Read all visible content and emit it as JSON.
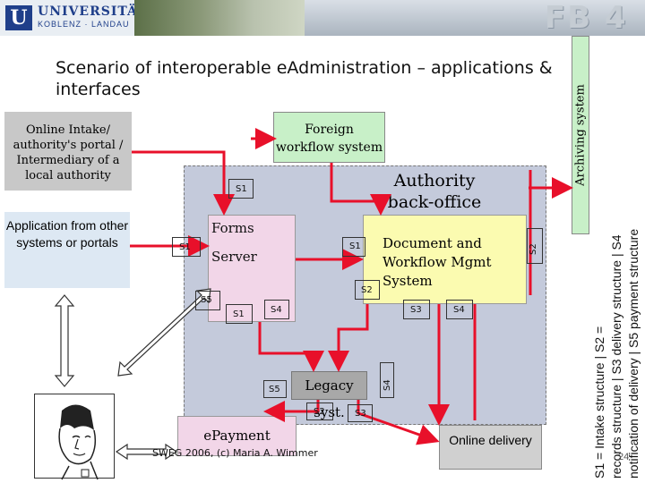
{
  "header": {
    "logo_mark": "U",
    "university_name": "UNIVERSITÄT",
    "university_location": "KOBLENZ · LANDAU",
    "faculty": "FB 4"
  },
  "title": "Scenario of interoperable eAdministration – applications & interfaces",
  "boxes": {
    "online_intake": "Online Intake/ authority's portal / Intermediary of a local authority",
    "foreign_workflow": "Foreign workflow system",
    "application_from_other": "Application from other systems or portals",
    "authority_backoffice": "Authority back-office",
    "forms": "Forms",
    "server": "Server",
    "document_workflow": "Document and Workflow Mgmt System",
    "legacy": "Legacy syst.",
    "epayment": "ePayment",
    "online_delivery": "Online delivery",
    "archiving": "Archiving system"
  },
  "interface_labels": {
    "s1_top": "S1",
    "s1_left": "S1",
    "s1_doc": "S1",
    "s2_doc": "S2",
    "s2_right": "S2",
    "s5_forms": "S5",
    "s1_bottom": "S1",
    "s4_bottom": "S4",
    "s3_doc": "S3",
    "s4_doc": "S4",
    "s5_legacy": "S5",
    "s4_vertical": "S4",
    "s2_legacy": "S2",
    "s3_legacy": "S3"
  },
  "legend": {
    "line1": "S1 = Intake structure | S2 =",
    "line2": "records structure | S3 delivery structure | S4",
    "line3": "notification of delivery | S5 payment structure"
  },
  "footer": "SWEG 2006, (c) Maria A. Wimmer",
  "page_number": "24",
  "colors": {
    "arrow": "#e8102a",
    "backoffice": "#c4cadb",
    "forms_server": "#f2d6e8",
    "document_workflow": "#fbfbb0",
    "foreign_workflow": "#c8f0c8"
  }
}
